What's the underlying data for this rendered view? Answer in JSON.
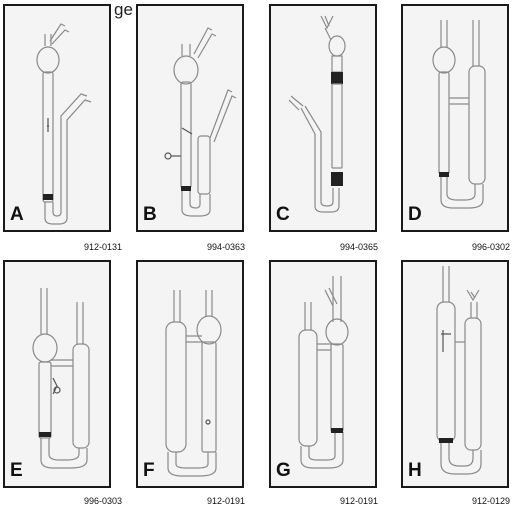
{
  "header": {
    "fragment": "ge"
  },
  "panels": [
    {
      "letter": "A",
      "code": "912-0131"
    },
    {
      "letter": "B",
      "code": "994-0363"
    },
    {
      "letter": "C",
      "code": "994-0365"
    },
    {
      "letter": "D",
      "code": "996-0302"
    },
    {
      "letter": "E",
      "code": "996-0303"
    },
    {
      "letter": "F",
      "code": "912-0191"
    },
    {
      "letter": "G",
      "code": "912-0191"
    },
    {
      "letter": "H",
      "code": "912-0129"
    }
  ],
  "colors": {
    "glass": "#8a8a8a",
    "panel_background": "#f4f4f4",
    "border": "#1a1a1a",
    "clamp": "#222222"
  },
  "icons": [
    "viscometer-a-illustration",
    "viscometer-b-illustration",
    "viscometer-c-illustration",
    "viscometer-d-illustration",
    "viscometer-e-illustration",
    "viscometer-f-illustration",
    "viscometer-g-illustration",
    "viscometer-h-illustration"
  ]
}
